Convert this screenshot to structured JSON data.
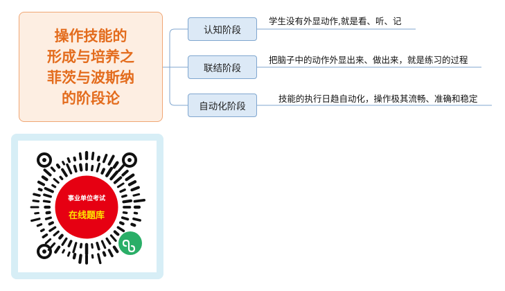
{
  "main_topic": {
    "lines": [
      "操作技能的",
      "形成与培养之",
      "菲茨与波斯纳",
      "的阶段论"
    ]
  },
  "branches": [
    {
      "label": "认知阶段",
      "description": "学生没有外显动作,就是看、听、记"
    },
    {
      "label": "联结阶段",
      "description": "把脑子中的动作外显出来、做出来，就是练习的过程"
    },
    {
      "label": "自动化阶段",
      "description": "技能的执行日趋自动化，操作极其流畅、准确和稳定"
    }
  ],
  "qr": {
    "label_top": "事业单位考试",
    "label_bottom": "在线题库",
    "icon": "mini-program-icon"
  },
  "colors": {
    "main_text": "#e36c1d",
    "main_fill": "#fdeee2",
    "node_fill": "#dce9f6",
    "line": "#7fa6cf",
    "qr_red": "#e60012",
    "qr_yellow": "#ffe600",
    "mini_green": "#2aae67"
  }
}
